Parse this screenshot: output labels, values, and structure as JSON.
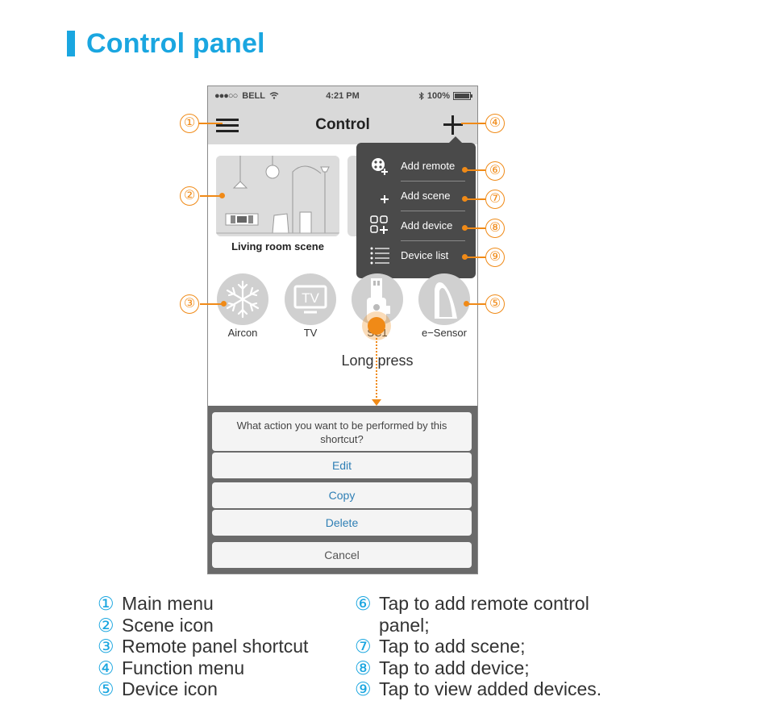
{
  "page": {
    "title": "Control panel"
  },
  "status_bar": {
    "carrier_dots": "●●●○○",
    "carrier": "BELL",
    "time": "4:21 PM",
    "battery": "100%",
    "battery_level": 1.0
  },
  "nav": {
    "title": "Control"
  },
  "scenes": [
    {
      "label": "Living room scene"
    }
  ],
  "dropdown": {
    "items": [
      {
        "label": "Add remote",
        "icon": "remote-add-icon"
      },
      {
        "label": "Add scene",
        "icon": "scene-add-icon"
      },
      {
        "label": "Add device",
        "icon": "device-add-icon"
      },
      {
        "label": "Device list",
        "icon": "list-icon"
      }
    ]
  },
  "devices": [
    {
      "label": "Aircon",
      "icon": "snowflake-icon"
    },
    {
      "label": "TV",
      "icon": "tv-icon",
      "icon_text": "TV"
    },
    {
      "label": "SC1",
      "icon": "sc1-device-icon"
    },
    {
      "label": "e−Sensor",
      "icon": "sensor-icon"
    }
  ],
  "gesture": {
    "label": "Long press"
  },
  "action_sheet": {
    "question": "What action you want to be performed by this shortcut?",
    "actions": [
      "Edit",
      "Copy",
      "Delete"
    ],
    "cancel": "Cancel"
  },
  "callouts": [
    "①",
    "②",
    "③",
    "④",
    "⑤",
    "⑥",
    "⑦",
    "⑧",
    "⑨"
  ],
  "legend": {
    "left": [
      {
        "n": "①",
        "text": "Main menu"
      },
      {
        "n": "②",
        "text": "Scene icon"
      },
      {
        "n": "③",
        "text": "Remote panel shortcut"
      },
      {
        "n": "④",
        "text": "Function menu"
      },
      {
        "n": "⑤",
        "text": "Device icon"
      }
    ],
    "right": [
      {
        "n": "⑥",
        "text": "Tap to add remote control",
        "cont": "panel;"
      },
      {
        "n": "⑦",
        "text": "Tap to add scene;"
      },
      {
        "n": "⑧",
        "text": "Tap to add device;"
      },
      {
        "n": "⑨",
        "text": "Tap to view added devices."
      }
    ]
  },
  "colors": {
    "accent_blue": "#1aa6e0",
    "callout_orange": "#f08a17",
    "menu_dark": "#4a4a4a",
    "action_blue": "#2f7fb5"
  }
}
